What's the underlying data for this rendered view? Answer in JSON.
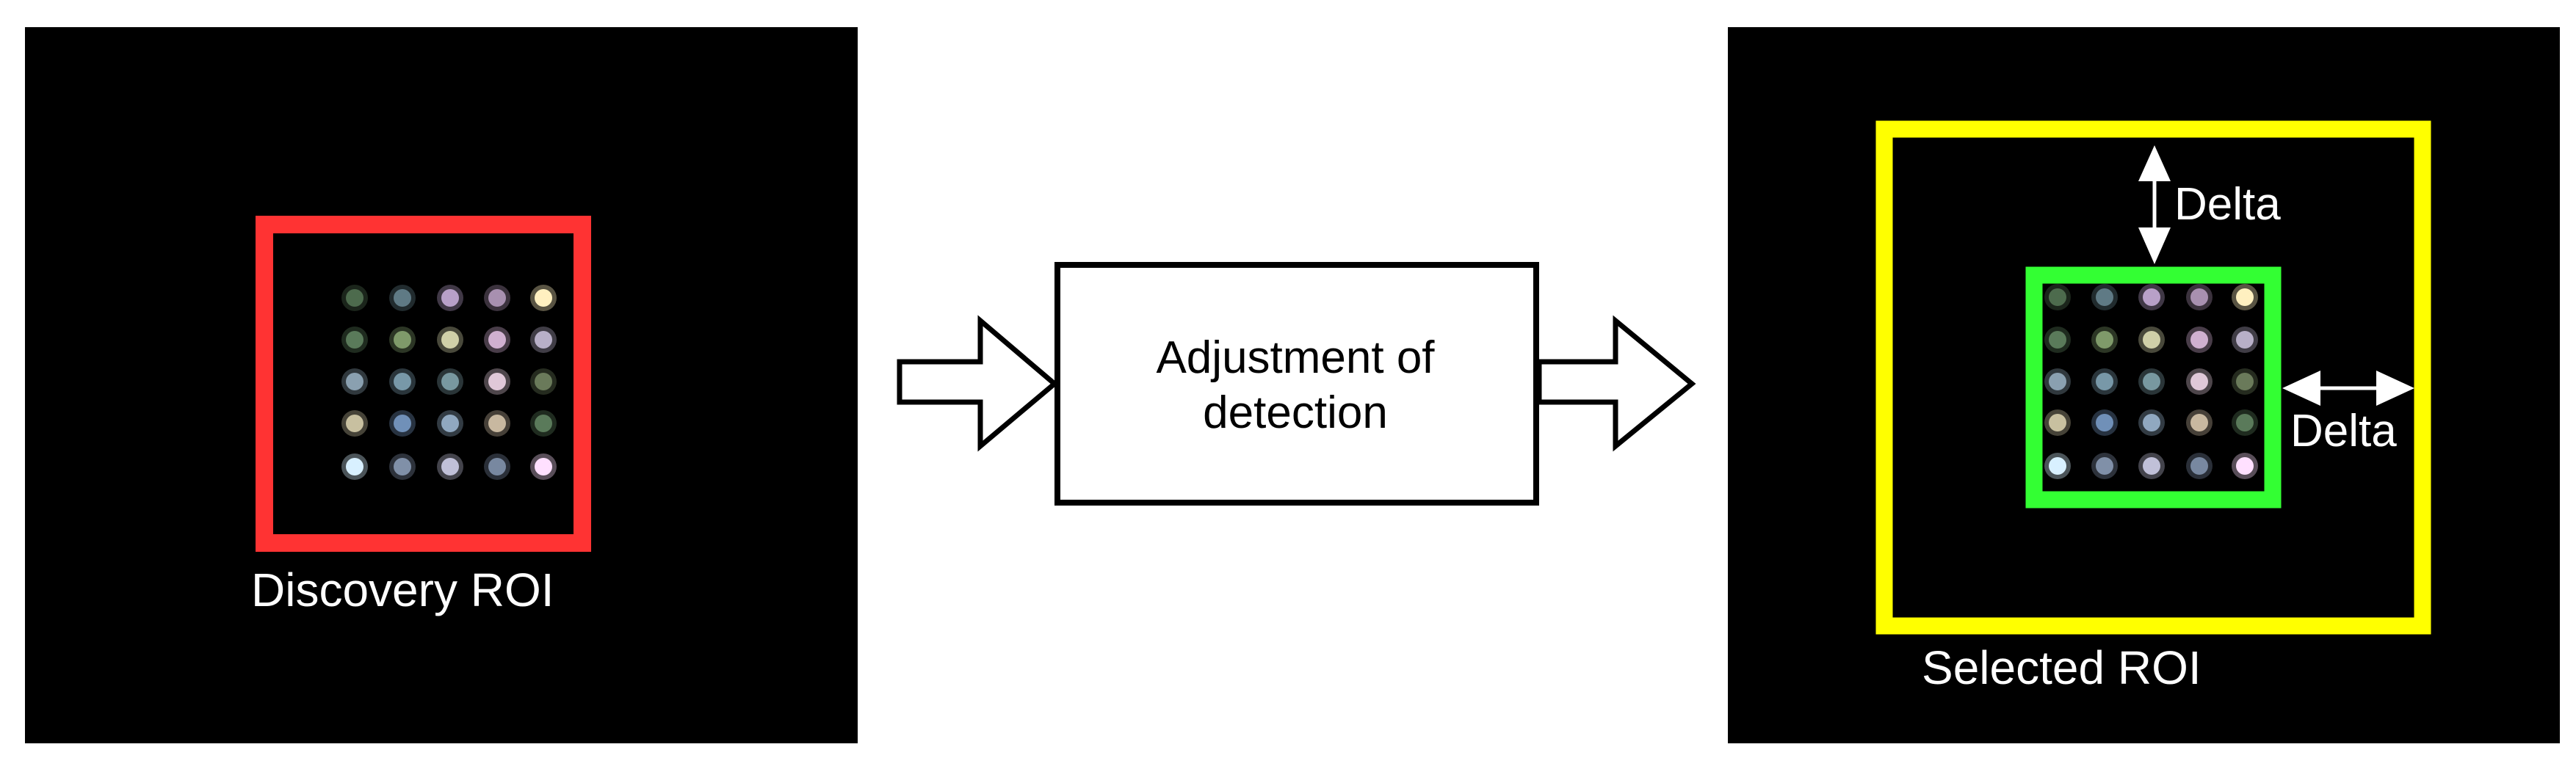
{
  "left_panel": {
    "label": "Discovery ROI",
    "roi_color": "#ff3333"
  },
  "process": {
    "line1": "Adjustment of",
    "line2": "detection"
  },
  "right_panel": {
    "label": "Selected ROI",
    "outer_roi_color": "#ffff00",
    "inner_roi_color": "#33ff33",
    "delta_vertical": "Delta",
    "delta_horizontal": "Delta"
  },
  "spot_grid": {
    "rows": 5,
    "cols": 5,
    "colors": [
      [
        "#4d6b4d",
        "#5f7a85",
        "#b8a0c8",
        "#a890b0",
        "#fff0c0"
      ],
      [
        "#5a7a5a",
        "#7f9a6a",
        "#d0d0a8",
        "#d0b0d0",
        "#b8b0c8"
      ],
      [
        "#8aa0b0",
        "#7898a8",
        "#7898a0",
        "#e0c8d8",
        "#6a7a5a"
      ],
      [
        "#c8c0a0",
        "#7090b8",
        "#90a8c0",
        "#c8b8a0",
        "#5a7a5a"
      ],
      [
        "#d8f0ff",
        "#8090a8",
        "#c0c0d8",
        "#7888a0",
        "#ffe0ff"
      ]
    ]
  }
}
